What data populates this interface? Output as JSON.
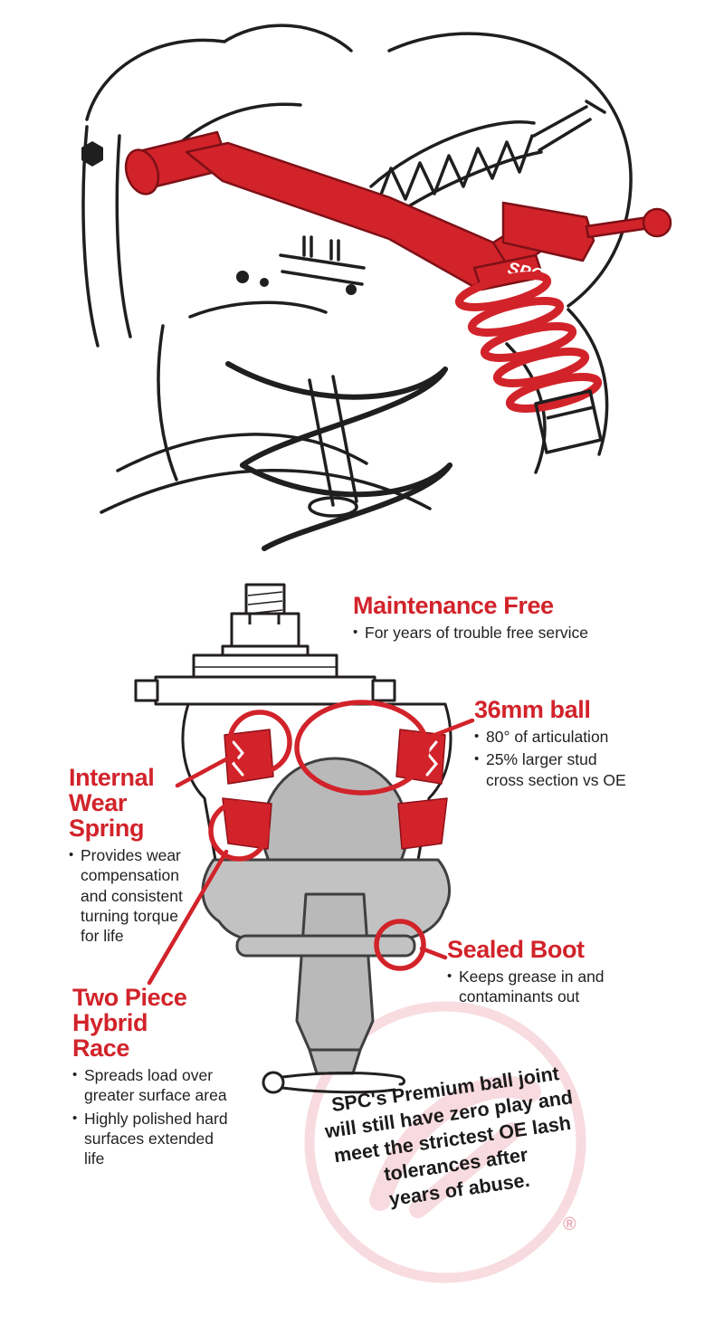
{
  "colors": {
    "accent_red": "#d2232a",
    "dark_red": "#8f1118",
    "ink": "#231f20",
    "part_gray": "#b9b9b9",
    "boot_gray": "#c2c2c2",
    "watermark_pink": "#f2bfc7"
  },
  "top_illustration": {
    "alt": "suspension assembly line art with red upper control arm and red coilover spring",
    "arm_logo": "SPC"
  },
  "callouts": {
    "maintenance_free": {
      "title": "Maintenance Free",
      "bullets": [
        "For years of trouble free service"
      ]
    },
    "ball_36mm": {
      "title": "36mm ball",
      "bullets": [
        "80° of articulation",
        "25% larger stud cross section vs OE"
      ]
    },
    "internal_wear_spring": {
      "title": "Internal Wear Spring",
      "bullets": [
        "Provides wear compensation and consistent turning torque for life"
      ]
    },
    "sealed_boot": {
      "title": "Sealed Boot",
      "bullets": [
        "Keeps grease in and contaminants out"
      ]
    },
    "two_piece_hybrid_race": {
      "title": "Two Piece Hybrid Race",
      "bullets": [
        "Spreads load over greater surface area",
        "Highly polished hard surfaces extended life"
      ]
    }
  },
  "tagline": {
    "lines": [
      "SPC's Premium ball joint",
      "will still have zero play and",
      "meet the strictest OE lash",
      "tolerances after",
      "years of abuse."
    ],
    "registered": "®"
  }
}
